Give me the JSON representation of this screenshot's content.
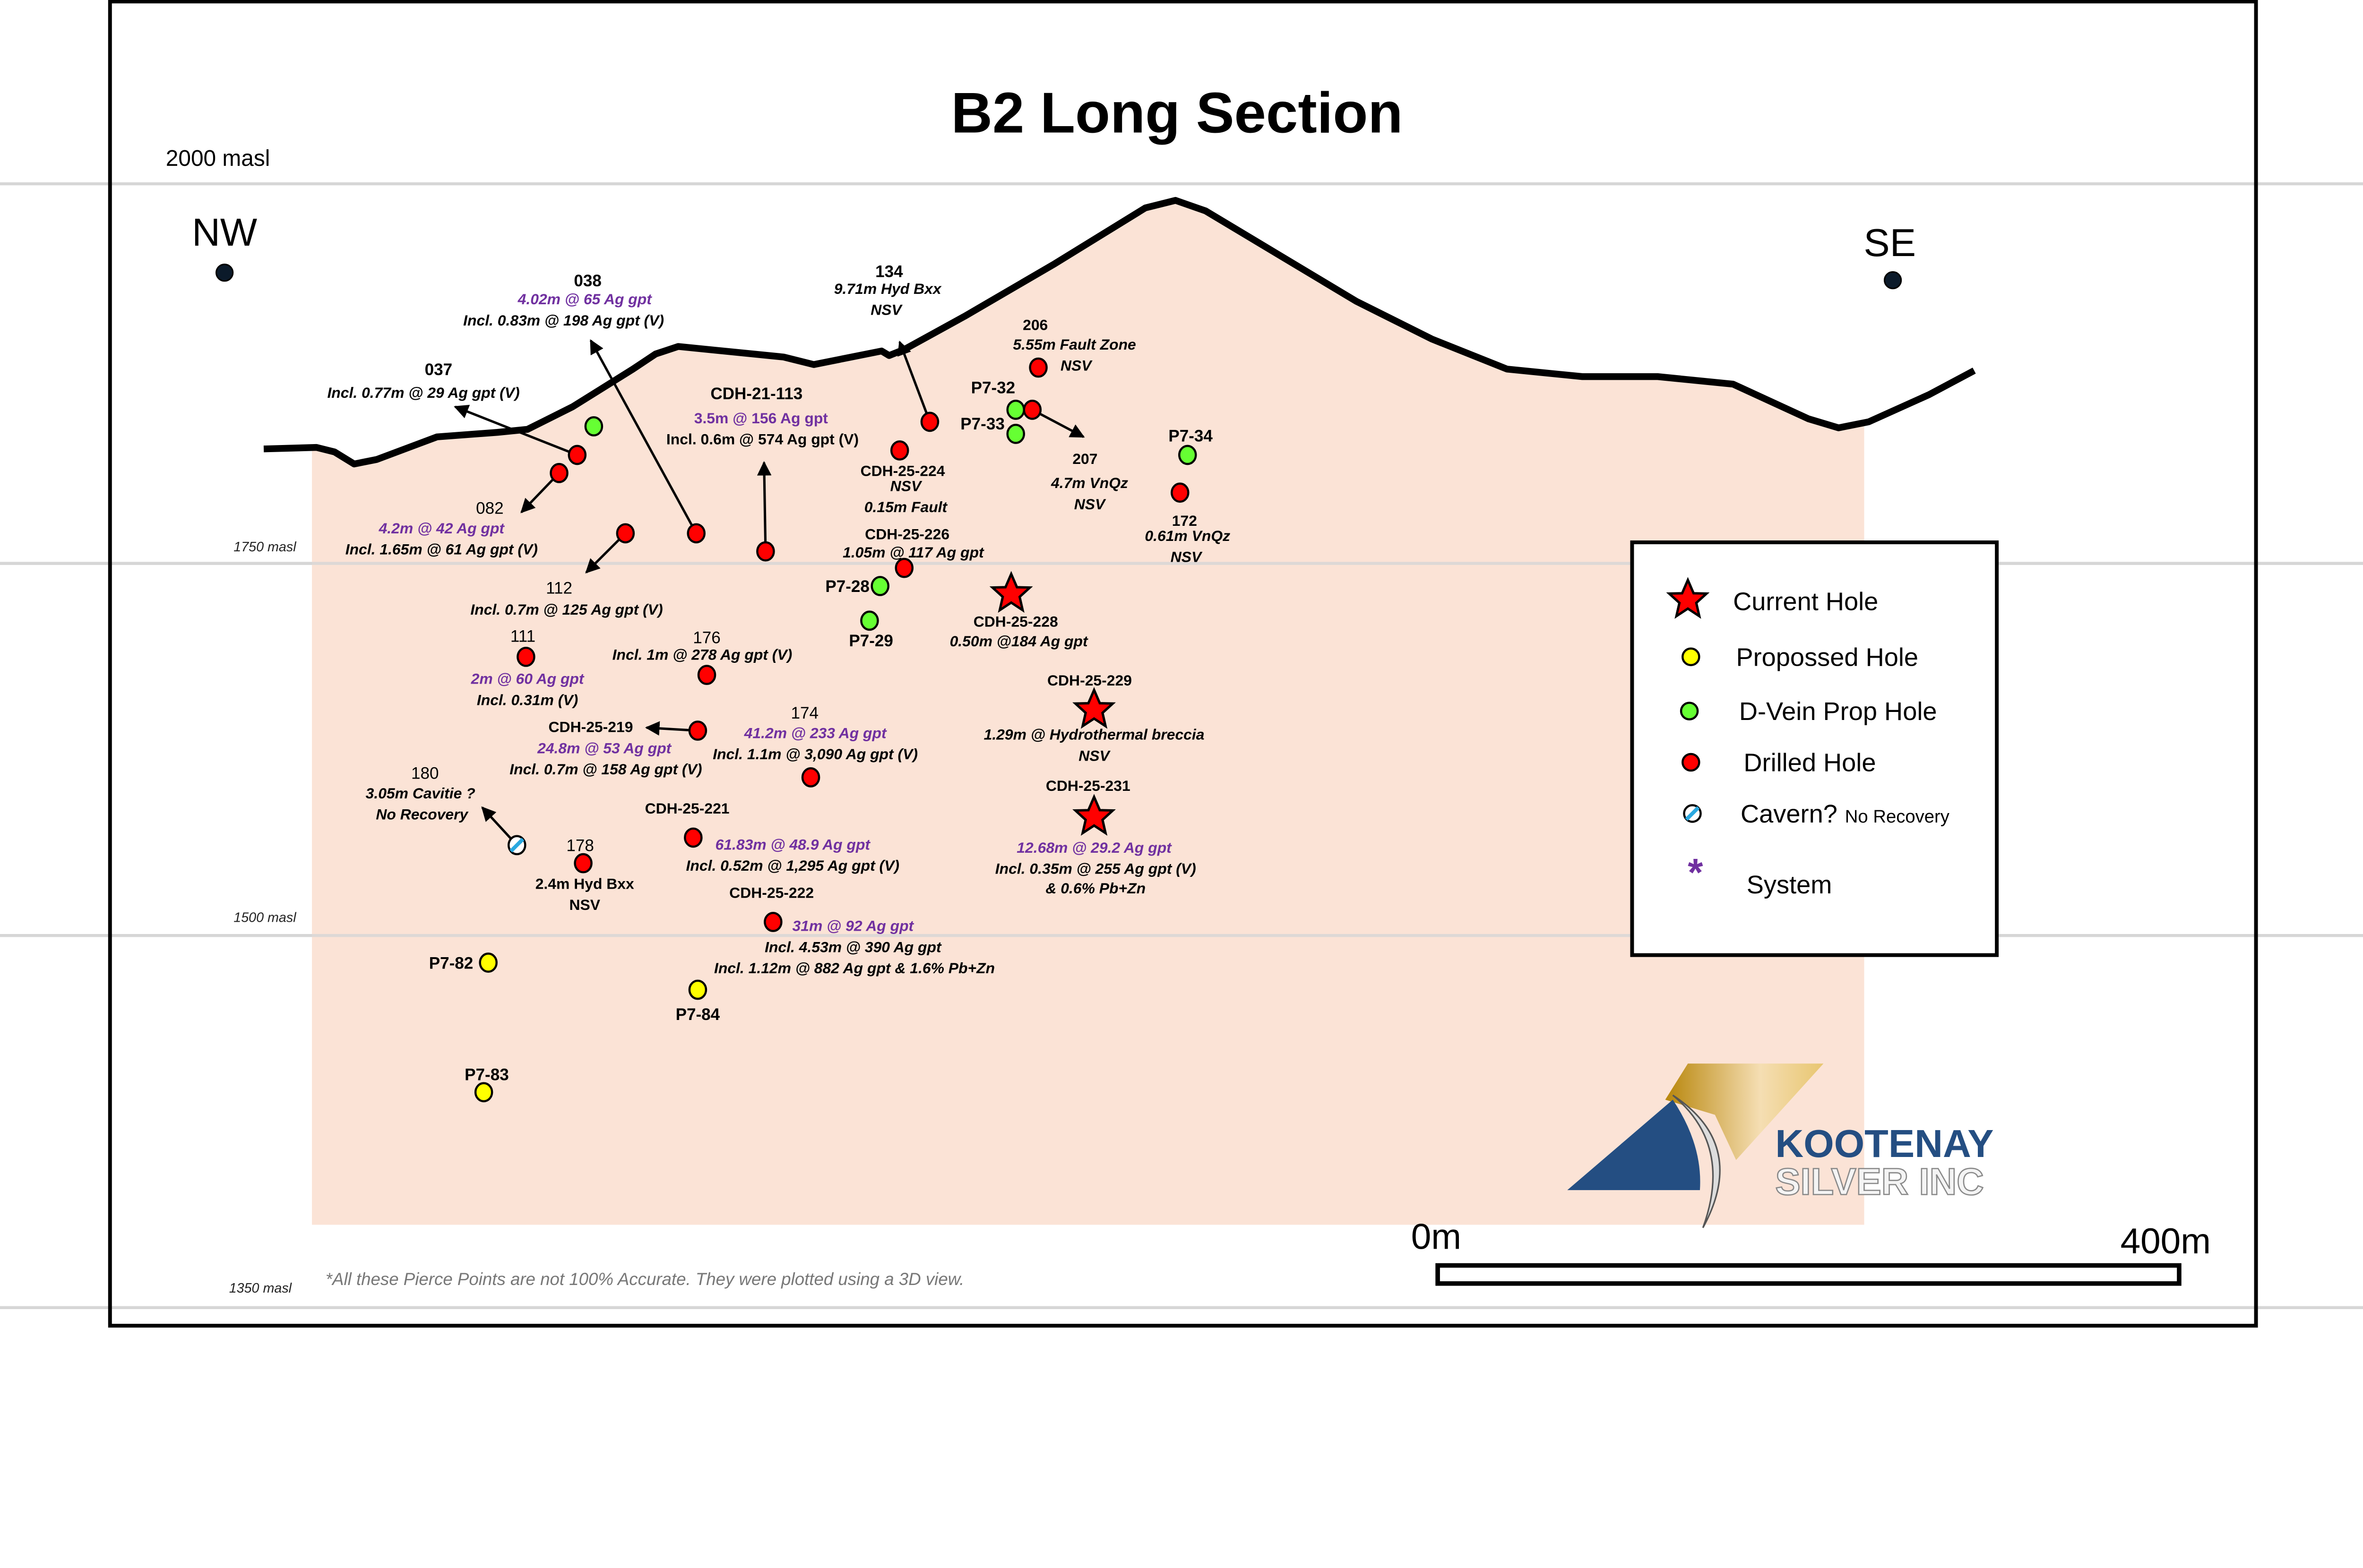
{
  "title": "B2 Long Section",
  "elevations": {
    "top": "2000 masl",
    "e1750": "1750 masl",
    "e1500": "1500 masl",
    "e1350": "1350 masl"
  },
  "directions": {
    "left": "NW",
    "right": "SE"
  },
  "annotations": [
    {
      "label": "038",
      "lines": [
        "4.02m @ 65 Ag gpt",
        "Incl. 0.83m @ 198 Ag gpt (V)"
      ]
    },
    {
      "label": "037",
      "lines": [
        "Incl. 0.77m @ 29 Ag gpt (V)"
      ]
    },
    {
      "label": "134",
      "lines": [
        "9.71m Hyd Bxx",
        "NSV"
      ]
    },
    {
      "label": "CDH-21-113",
      "lines": [
        "3.5m @ 156 Ag gpt",
        "Incl. 0.6m @ 574 Ag gpt (V)"
      ]
    },
    {
      "label": "206",
      "lines": [
        "5.55m Fault Zone",
        "NSV"
      ]
    },
    {
      "label": "207",
      "lines": [
        "4.7m VnQz",
        "NSV"
      ]
    },
    {
      "label": "172",
      "lines": [
        "0.61m VnQz",
        "NSV"
      ]
    },
    {
      "label": "CDH-25-224",
      "lines": [
        "NSV",
        "0.15m Fault"
      ]
    },
    {
      "label": "CDH-25-226",
      "lines": [
        "1.05m @ 117 Ag gpt"
      ]
    },
    {
      "label": "082",
      "lines": [
        "4.2m @ 42 Ag gpt",
        "Incl. 1.65m @ 61 Ag gpt (V)"
      ]
    },
    {
      "label": "112",
      "lines": [
        "Incl. 0.7m @ 125 Ag gpt (V)"
      ]
    },
    {
      "label": "CDH-25-228",
      "lines": [
        "0.50m @184 Ag gpt"
      ]
    },
    {
      "label": "111",
      "lines": [
        "2m @ 60 Ag gpt",
        "Incl. 0.31m (V)"
      ]
    },
    {
      "label": "176",
      "lines": [
        "Incl. 1m @ 278 Ag gpt (V)"
      ]
    },
    {
      "label": "CDH-25-229",
      "lines": [
        "1.29m @ Hydrothermal breccia",
        "NSV"
      ]
    },
    {
      "label": "174",
      "lines": [
        "41.2m @ 233 Ag gpt",
        "Incl. 1.1m @ 3,090 Ag gpt (V)"
      ]
    },
    {
      "label": "CDH-25-219",
      "lines": [
        "24.8m @ 53 Ag gpt",
        "Incl. 0.7m @ 158 Ag gpt (V)"
      ]
    },
    {
      "label": "CDH-25-231",
      "lines": [
        "12.68m @ 29.2 Ag gpt",
        "Incl. 0.35m @ 255 Ag gpt (V)",
        "& 0.6% Pb+Zn"
      ]
    },
    {
      "label": "180",
      "lines": [
        "3.05m Cavitie ?",
        "No Recovery"
      ]
    },
    {
      "label": "CDH-25-221",
      "lines": [
        "61.83m @ 48.9 Ag gpt",
        "Incl. 0.52m @ 1,295 Ag gpt (V)"
      ]
    },
    {
      "label": "178",
      "lines": [
        "2.4m Hyd Bxx",
        "NSV"
      ]
    },
    {
      "label": "CDH-25-222",
      "lines": [
        "31m @ 92 Ag gpt",
        "Incl. 4.53m @ 390 Ag gpt",
        "Incl. 1.12m @ 882 Ag gpt & 1.6% Pb+Zn"
      ]
    }
  ],
  "planned_holes": [
    "P7-32",
    "P7-33",
    "P7-34",
    "P7-28",
    "P7-29",
    "P7-82",
    "P7-84",
    "P7-83"
  ],
  "legend": {
    "current": "Current Hole",
    "proposed": "Propossed Hole",
    "dvein": "D-Vein Prop Hole",
    "drilled": "Drilled Hole",
    "cavern": "Cavern?",
    "cavern_note": "No Recovery",
    "system": "System"
  },
  "scale_bar": {
    "start": "0m",
    "end": "400m"
  },
  "footnote": "*All these Pierce Points are not 100% Accurate. They were plotted using a 3D view.",
  "logo": {
    "line1": "KOOTENAY",
    "line2": "SILVER INC"
  },
  "colors": {
    "section_fill": "#FBE3D6",
    "highlight_text": "#7030A0",
    "drilled": "#FF0000",
    "dvein": "#66FF33",
    "proposed": "#FFFF00",
    "logo_blue": "#244E82"
  }
}
